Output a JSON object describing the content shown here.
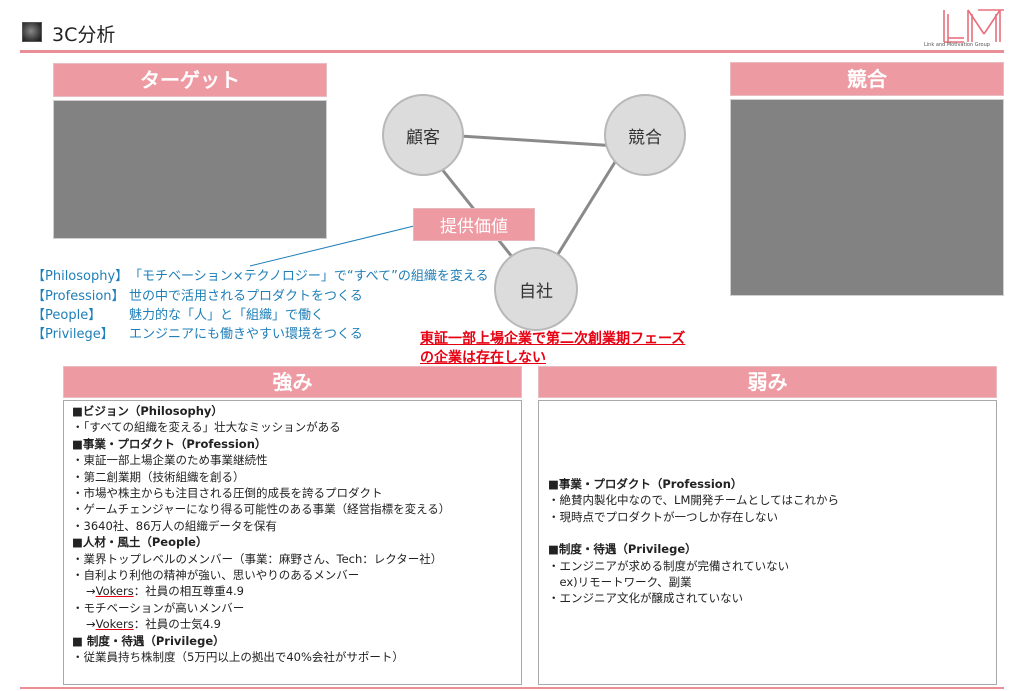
{
  "header": {
    "title": "3C分析",
    "logo_text": "LM",
    "logo_subtext": "Link and Motivation Group"
  },
  "target": {
    "title": "ターゲット"
  },
  "competitor": {
    "title": "競合"
  },
  "triangle": {
    "customer": "顧客",
    "competitor": "競合",
    "company": "自社",
    "value": "提供価値"
  },
  "philosophy": [
    {
      "tag": "【Philosophy】",
      "text": "「モチベーション×テクノロジー」で“すべて”の組織を変える"
    },
    {
      "tag": "【Profession】",
      "text": "世の中で活用されるプロダクトをつくる"
    },
    {
      "tag": "【People】",
      "text": "魅力的な「人」と「組織」で働く"
    },
    {
      "tag": "【Privilege】",
      "text": "エンジニアにも働きやすい環境をつくる"
    }
  ],
  "callout": {
    "line1": "東証一部上場企業で第二次創業期フェーズ",
    "line2": "の企業は存在しない"
  },
  "strengths": {
    "title": "強み",
    "lines": [
      {
        "type": "sec",
        "text": "■ビジョン（Philosophy）"
      },
      {
        "type": "item",
        "text": "・「すべての組織を変える」壮大なミッションがある"
      },
      {
        "type": "sec",
        "text": "■事業・プロダクト（Profession）"
      },
      {
        "type": "item",
        "text": "・東証一部上場企業のため事業継続性"
      },
      {
        "type": "item",
        "text": "・第二創業期（技術組織を創る）"
      },
      {
        "type": "item",
        "text": "・市場や株主からも注目される圧倒的成長を誇るプロダクト"
      },
      {
        "type": "item",
        "text": "・ゲームチェンジャーになり得る可能性のある事業（経営指標を変える）"
      },
      {
        "type": "item",
        "text": "・3640社、86万人の組織データを保有"
      },
      {
        "type": "sec",
        "text": "■人材・風土（People）"
      },
      {
        "type": "item",
        "text": "・業界トップレベルのメンバー（事業：麻野さん、Tech：レクター社）"
      },
      {
        "type": "item",
        "text": "・自利より利他の精神が強い、思いやりのあるメンバー"
      },
      {
        "type": "ind",
        "pre": "→",
        "ul": "Vokers",
        "post": "：社員の相互尊重4.9"
      },
      {
        "type": "item",
        "text": "・モチベーションが高いメンバー"
      },
      {
        "type": "ind",
        "pre": "→",
        "ul": "Vokers",
        "post": "：社員の士気4.9"
      },
      {
        "type": "sec",
        "text": "■ 制度・待遇（Privilege）"
      },
      {
        "type": "item",
        "text": "・従業員持ち株制度（5万円以上の拠出で40%会社がサポート）"
      }
    ]
  },
  "weaknesses": {
    "title": "弱み",
    "lines": [
      {
        "type": "sec",
        "text": "■事業・プロダクト（Profession）"
      },
      {
        "type": "item",
        "text": "・絶賛内製化中なので、LM開発チームとしてはこれから"
      },
      {
        "type": "item",
        "text": "・現時点でプロダクトが一つしか存在しない"
      },
      {
        "type": "blank",
        "text": ""
      },
      {
        "type": "sec",
        "text": "■制度・待遇（Privilege）"
      },
      {
        "type": "item",
        "text": "・エンジニアが求める制度が完備されていない"
      },
      {
        "type": "plain",
        "text": "　ex)リモートワーク、副業"
      },
      {
        "type": "item",
        "text": "・エンジニア文化が醸成されていない"
      }
    ]
  },
  "colors": {
    "accent_pink": "#ee9aa3",
    "philosophy_blue": "#1f7fb8",
    "callout_red": "#e60012",
    "placeholder_gray": "#828282"
  }
}
